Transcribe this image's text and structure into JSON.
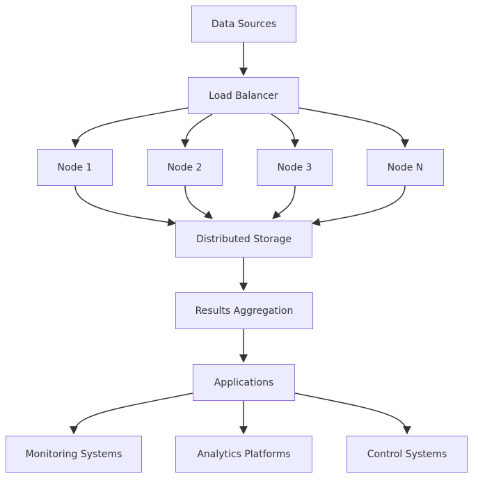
{
  "diagram": {
    "nodes": {
      "data_sources": "Data Sources",
      "load_balancer": "Load Balancer",
      "node_1": "Node 1",
      "node_2": "Node 2",
      "node_3": "Node 3",
      "node_n": "Node N",
      "distributed_storage": "Distributed Storage",
      "results_aggregation": "Results Aggregation",
      "applications": "Applications",
      "monitoring_systems": "Monitoring Systems",
      "analytics_platforms": "Analytics Platforms",
      "control_systems": "Control Systems"
    },
    "edges": [
      [
        "data_sources",
        "load_balancer"
      ],
      [
        "load_balancer",
        "node_1"
      ],
      [
        "load_balancer",
        "node_2"
      ],
      [
        "load_balancer",
        "node_3"
      ],
      [
        "load_balancer",
        "node_n"
      ],
      [
        "node_1",
        "distributed_storage"
      ],
      [
        "node_2",
        "distributed_storage"
      ],
      [
        "node_3",
        "distributed_storage"
      ],
      [
        "node_n",
        "distributed_storage"
      ],
      [
        "distributed_storage",
        "results_aggregation"
      ],
      [
        "results_aggregation",
        "applications"
      ],
      [
        "applications",
        "monitoring_systems"
      ],
      [
        "applications",
        "analytics_platforms"
      ],
      [
        "applications",
        "control_systems"
      ]
    ],
    "colors": {
      "node_fill": "#ececff",
      "node_border": "#9370db",
      "edge": "#333333",
      "text": "#333333"
    }
  }
}
